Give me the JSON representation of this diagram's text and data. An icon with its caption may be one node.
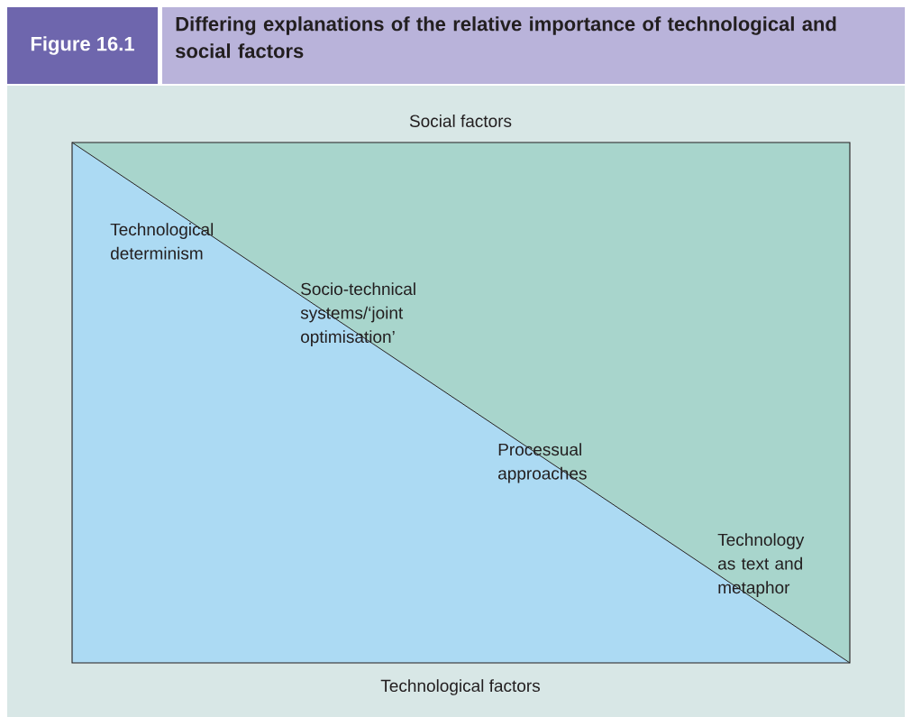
{
  "diagram": {
    "title": "Differing explanations of the relative importance of technological and social factors",
    "labels": [
      "Figure 16.1",
      "Social factors",
      "Technological determinism",
      "Socio-technical systems/‘joint optimisation’",
      "Processual approaches",
      "Technology as text and metaphor",
      "Technological factors"
    ]
  }
}
